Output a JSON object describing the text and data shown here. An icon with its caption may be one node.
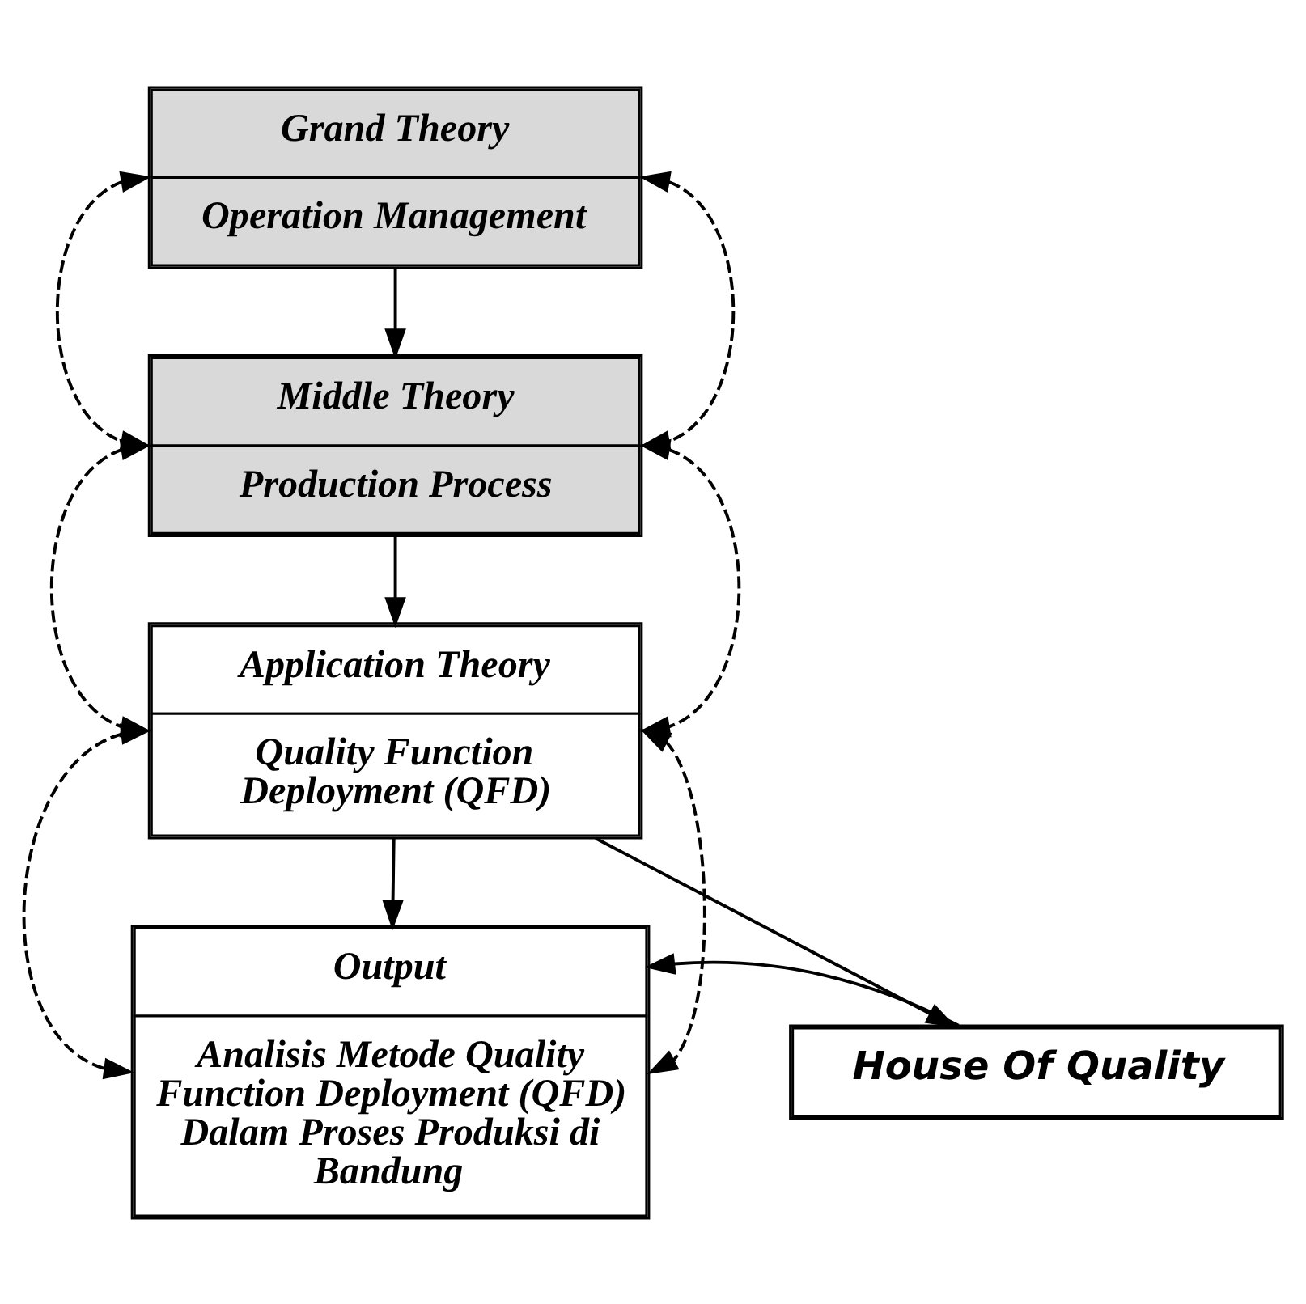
{
  "diagram": {
    "nodes": [
      {
        "text": [
          "Grand Theory",
          "Operation Management"
        ]
      },
      {
        "text": [
          "Middle Theory",
          "Production Process"
        ]
      },
      {
        "text": [
          "Application Theory",
          "Quality Function Deployment (QFD)"
        ]
      },
      {
        "text": [
          "Output",
          "Analisis Metode Quality Function Deployment (QFD) Dalam Proses Produksi di Bandung"
        ]
      },
      {
        "text": [
          "House Of Quality"
        ]
      }
    ],
    "edges": [
      {
        "from": 0,
        "to": 1,
        "arrow": "to"
      },
      {
        "from": 1,
        "to": 2,
        "arrow": "to"
      },
      {
        "from": 2,
        "to": 3,
        "arrow": "to"
      },
      {
        "from": 2,
        "to": 4,
        "arrow": "to"
      },
      {
        "from": 4,
        "to": 3,
        "arrow": "to"
      },
      {
        "from": 0,
        "to": 1,
        "arrow": "both",
        "style": "dashed"
      },
      {
        "from": 1,
        "to": 2,
        "arrow": "both",
        "style": "dashed"
      },
      {
        "from": 2,
        "to": 3,
        "arrow": "both",
        "style": "dashed"
      },
      {
        "from": 0,
        "to": 1,
        "arrow": "both",
        "style": "dashed"
      },
      {
        "from": 1,
        "to": 2,
        "arrow": "both",
        "style": "dashed"
      },
      {
        "from": 2,
        "to": 3,
        "arrow": "both",
        "style": "dashed"
      }
    ]
  }
}
